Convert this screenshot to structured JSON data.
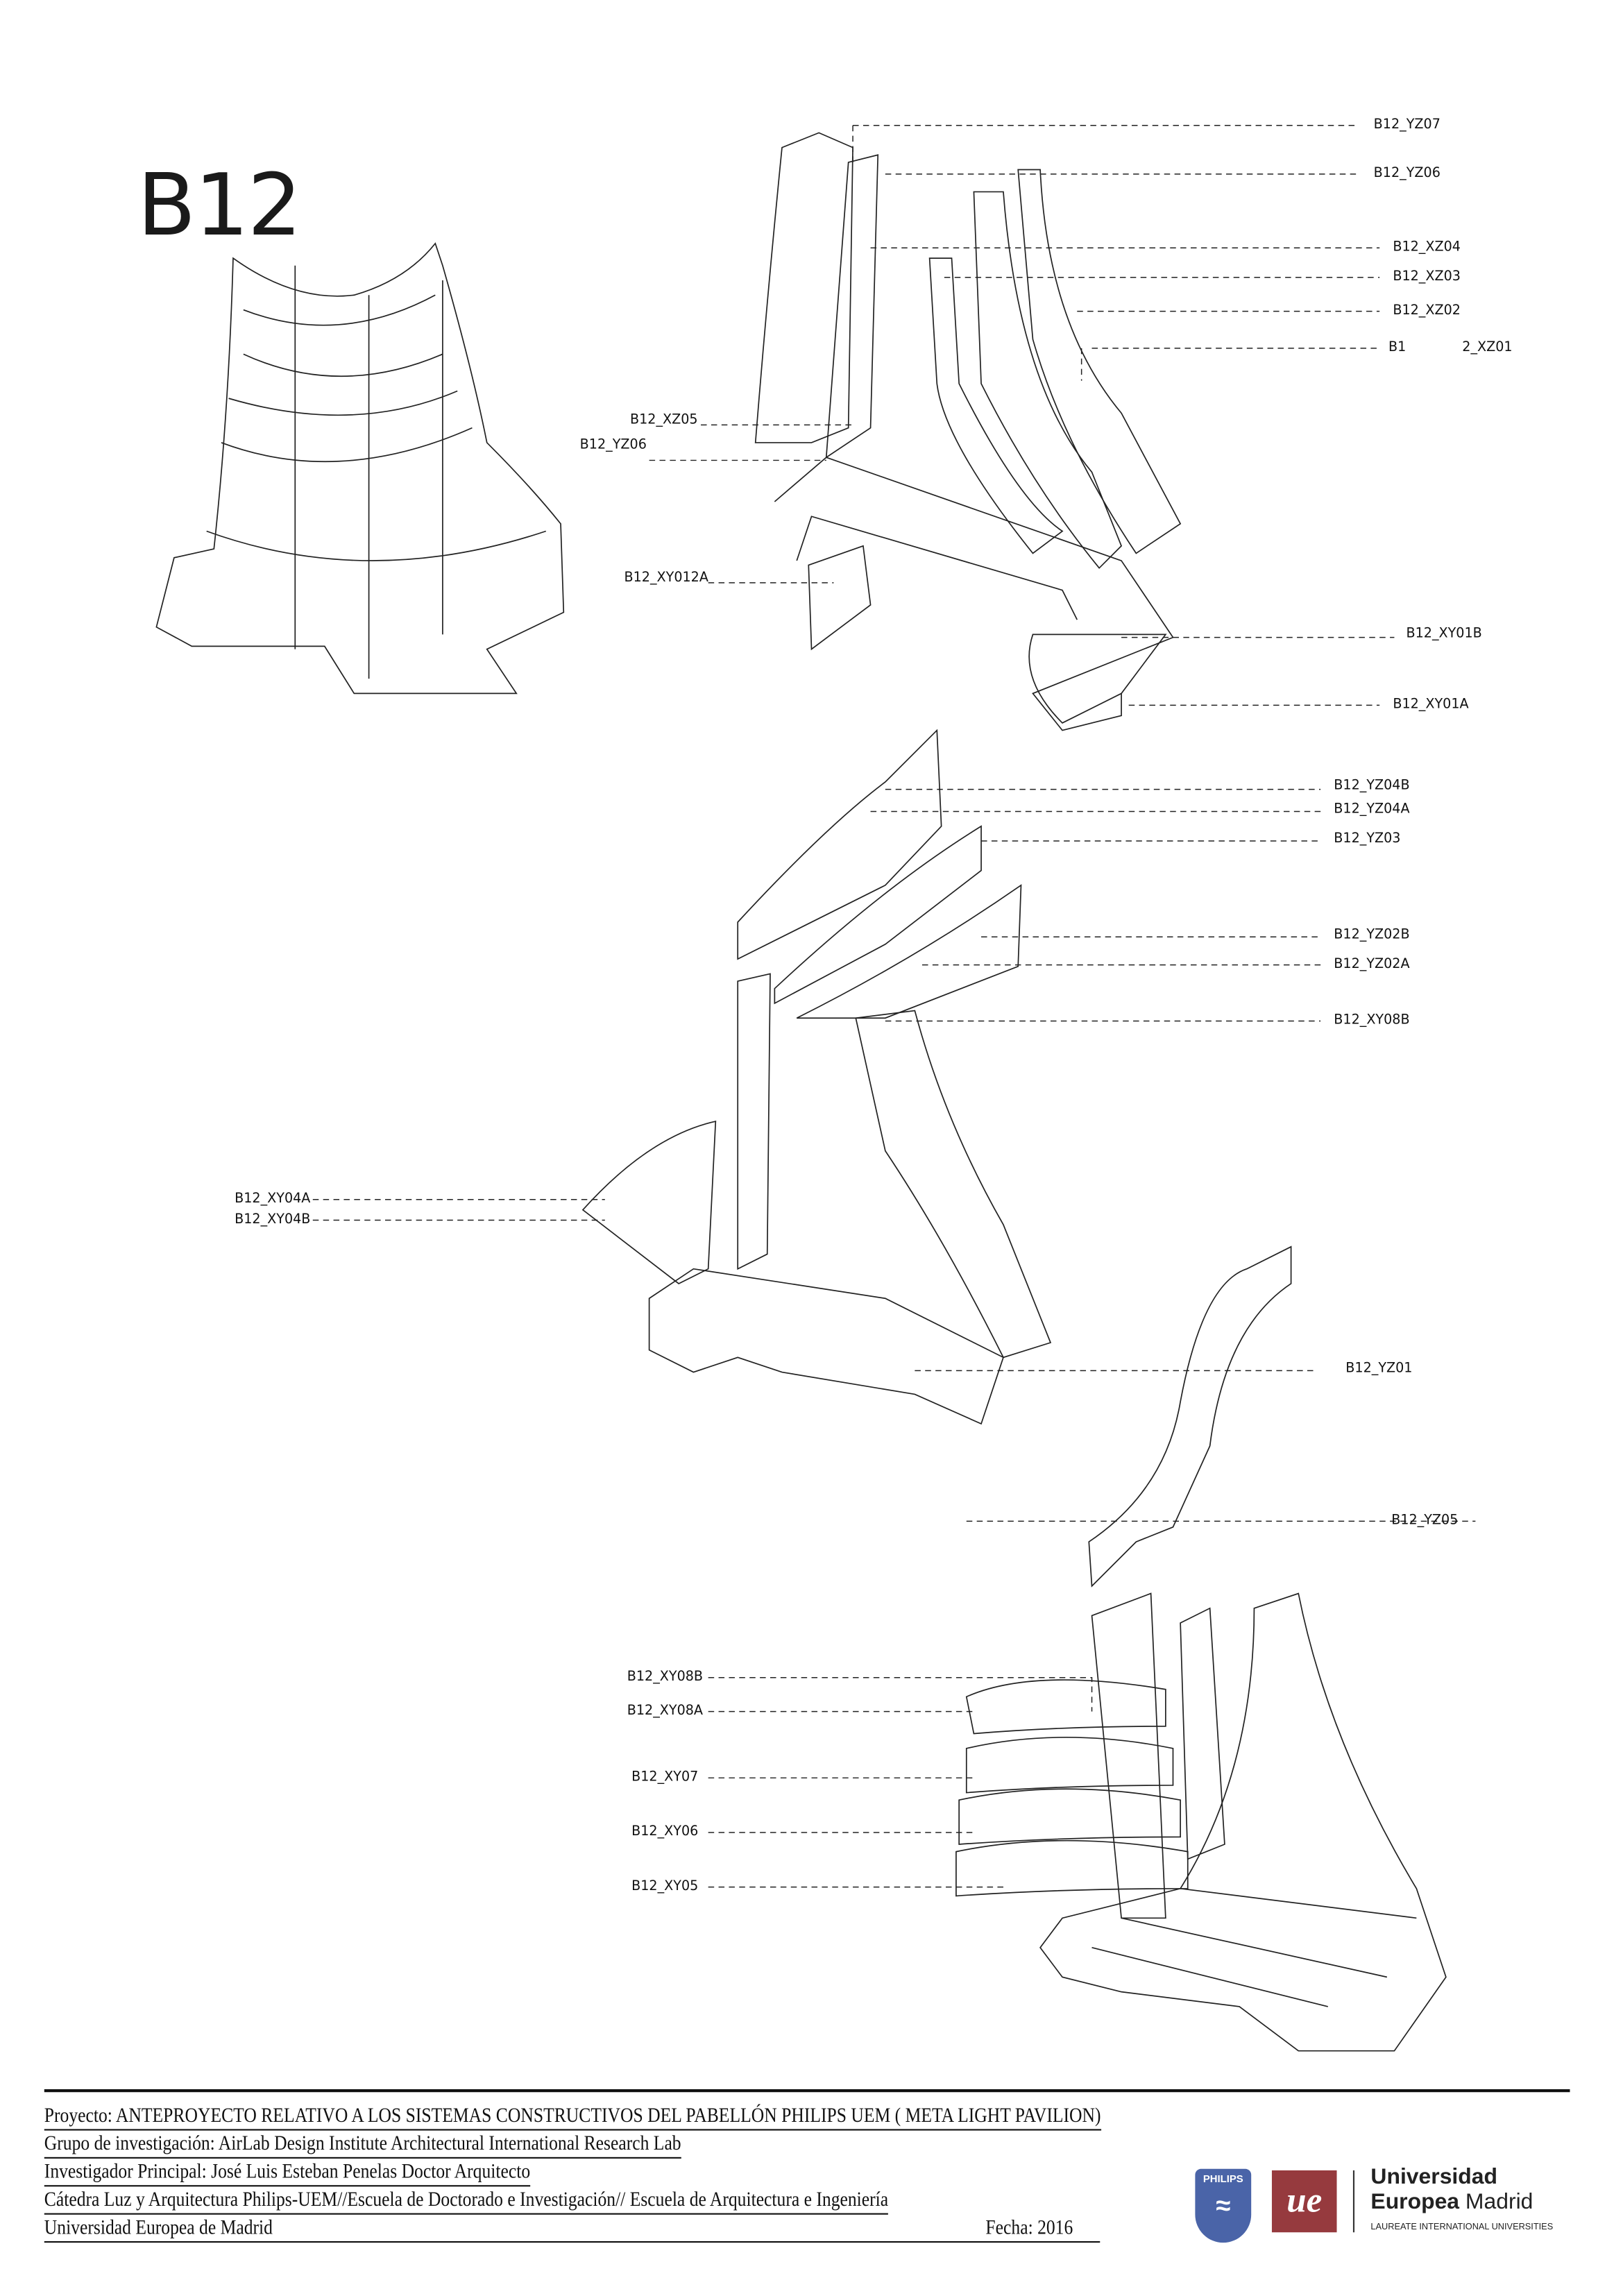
{
  "title": "B12",
  "labels": {
    "yz07": "B12_YZ07",
    "yz06_top": "B12_YZ06",
    "xz04": "B12_XZ04",
    "xz03": "B12_XZ03",
    "xz02": "B12_XZ02",
    "xz01_a": "B1",
    "xz01_b": "2_XZ01",
    "xz05": "B12_XZ05",
    "yz06_left": "B12_YZ06",
    "xy012a": "B12_XY012A",
    "xy01b": "B12_XY01B",
    "xy01a": "B12_XY01A",
    "yz04b": "B12_YZ04B",
    "yz04a": "B12_YZ04A",
    "yz03": "B12_YZ03",
    "yz02b": "B12_YZ02B",
    "yz02a": "B12_YZ02A",
    "xy08b_mid": "B12_XY08B",
    "xy04a": "B12_XY04A",
    "xy04b": "B12_XY04B",
    "yz01": "B12_YZ01",
    "yz05": "B12_YZ05",
    "xy08b": "B12_XY08B",
    "xy08a": "B12_XY08A",
    "xy07": "B12_XY07",
    "xy06": "B12_XY06",
    "xy05": "B12_XY05"
  },
  "footer": {
    "proyecto": "Proyecto: ANTEPROYECTO RELATIVO A  LOS SISTEMAS  CONSTRUCTIVOS DEL  PABELLÓN PHILIPS  UEM ( META LIGHT PAVILION)",
    "grupo": "Grupo de investigación: AirLab Design Institute Architectural International Research Lab",
    "investigador": "Investigador Principal: José Luis Esteban Penelas Doctor Arquitecto",
    "catedra": "Cátedra Luz y Arquitectura Philips-UEM//Escuela de Doctorado e Investigación// Escuela de Arquitectura e Ingeniería",
    "universidad": "Universidad Europea de Madrid",
    "fecha": "Fecha: 2016"
  },
  "logos": {
    "philips": "PHILIPS",
    "ue": "ue",
    "uem_line1": "Universidad",
    "uem_line2a": "Europea",
    "uem_line2b": " Madrid",
    "uem_line3": "LAUREATE INTERNATIONAL UNIVERSITIES",
    "philips_color": "#4a64a8",
    "ue_color": "#963a3e"
  }
}
